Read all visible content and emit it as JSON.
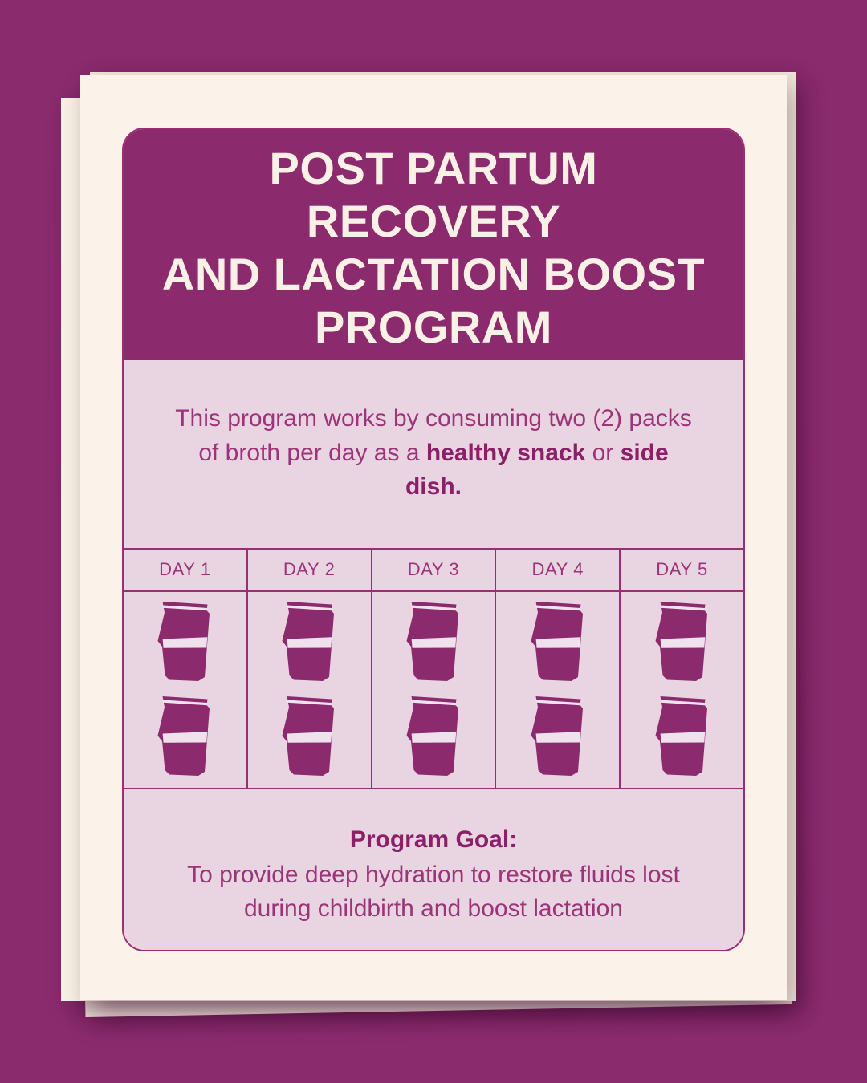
{
  "colors": {
    "background": "#8A2B6E",
    "header_purple": "#8C2A6E",
    "card_pink": "#E9D5E2",
    "paper_cream": "#FBF3E9",
    "border_purple": "#9B2D74",
    "text_purple": "#9B3478",
    "text_bold_purple": "#8C2068",
    "title_cream": "#FAF1E6",
    "pack_fill": "#8C2A6E",
    "pack_band": "#F0E2EC"
  },
  "card": {
    "title": "POST PARTUM RECOVERY\nAND LACTATION BOOST\nPROGRAM",
    "intro": {
      "part1": "This program works by consuming two (2) packs of broth per day as a ",
      "bold1": "healthy snack",
      "part2": " or ",
      "bold2": "side dish.",
      "part3": ""
    },
    "schedule": {
      "days": [
        {
          "label": "DAY 1",
          "packs": 2
        },
        {
          "label": "DAY 2",
          "packs": 2
        },
        {
          "label": "DAY 3",
          "packs": 2
        },
        {
          "label": "DAY 4",
          "packs": 2
        },
        {
          "label": "DAY 5",
          "packs": 2
        }
      ],
      "pack_icon": "broth-pack-icon"
    },
    "goal": {
      "title": "Program Goal:",
      "text": "To provide deep hydration to restore fluids lost\nduring childbirth and boost lactation"
    }
  }
}
